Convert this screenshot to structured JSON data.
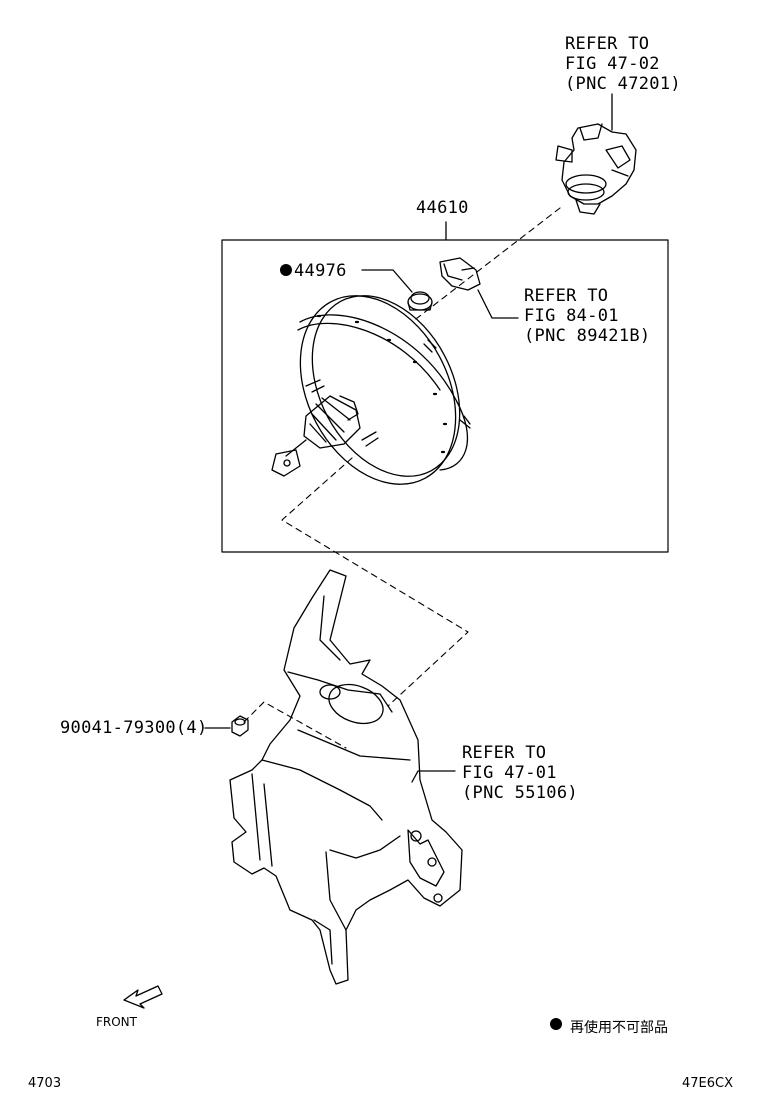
{
  "refer_top": {
    "line1": "REFER TO",
    "line2": "FIG 47-02",
    "line3": "(PNC 47201)"
  },
  "part_44610": "44610",
  "part_44976": "44976",
  "refer_mid": {
    "line1": "REFER TO",
    "line2": "FIG 84-01",
    "line3": "(PNC 89421B)"
  },
  "part_nut": "90041-79300(4)",
  "refer_bracket": {
    "line1": "REFER TO",
    "line2": "FIG 47-01",
    "line3": "(PNC 55106)"
  },
  "front_label": "FRONT",
  "legend_text": "再使用不可部品",
  "page_code": "4703",
  "figure_code": "47E6CX"
}
